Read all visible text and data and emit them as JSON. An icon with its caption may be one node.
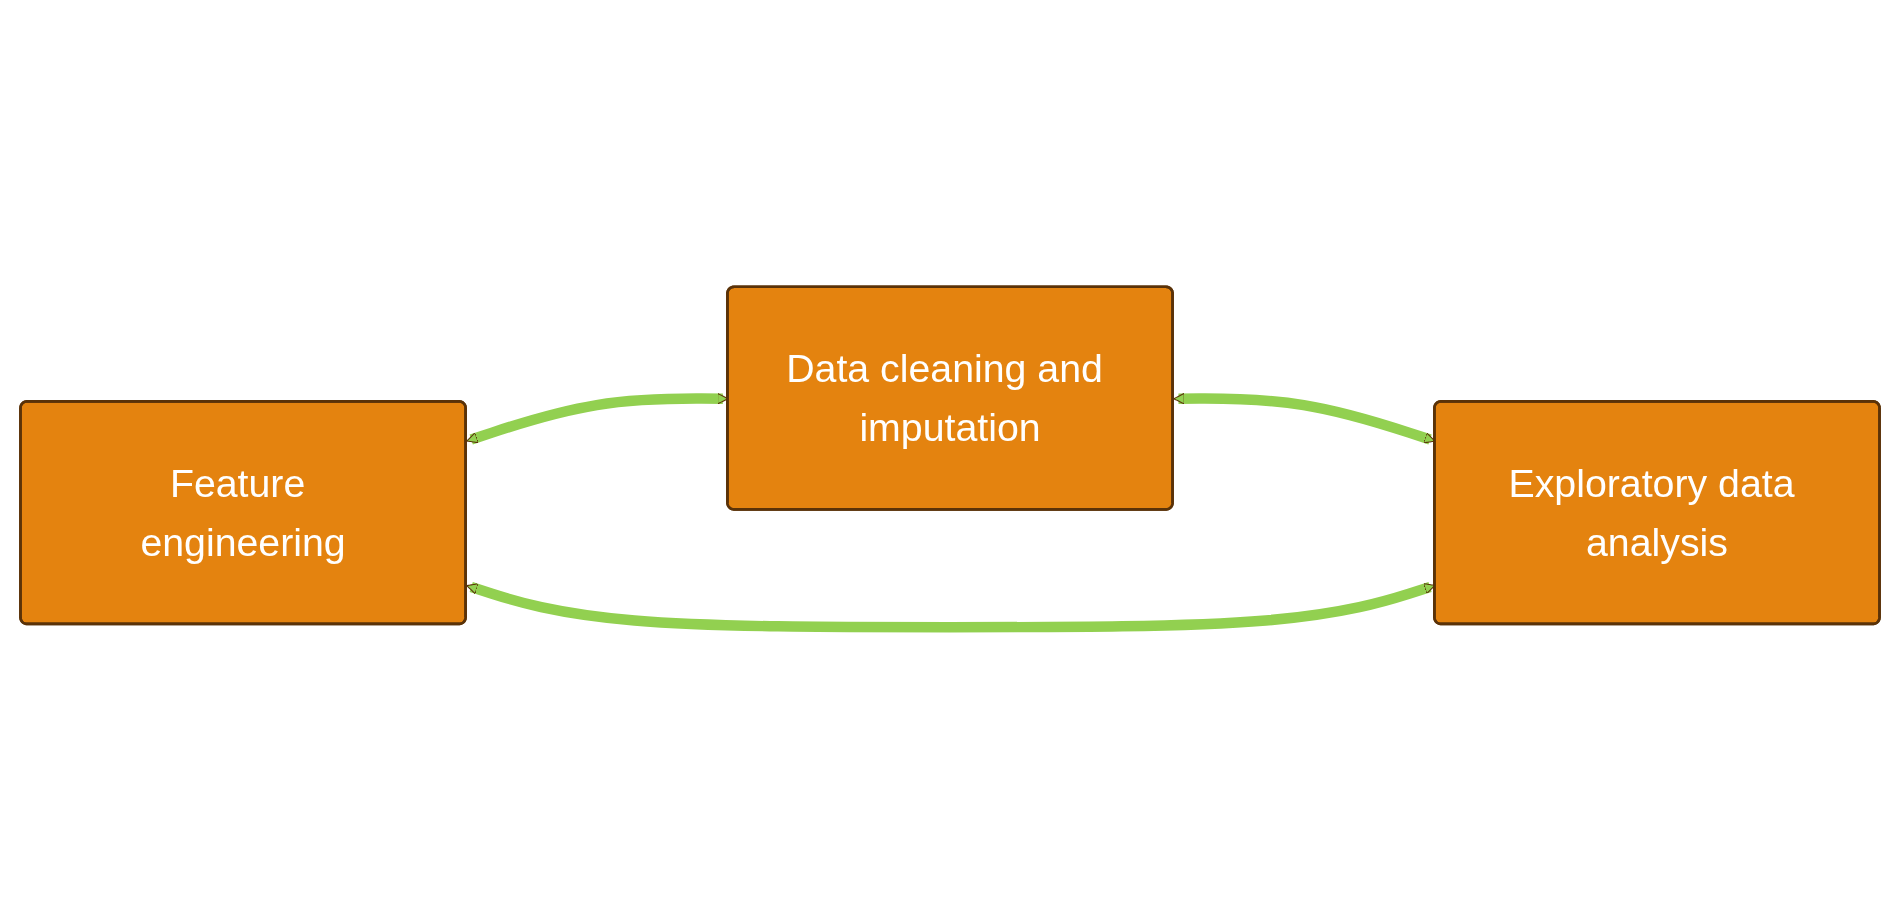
{
  "diagram": {
    "nodes": [
      {
        "text": [
          "Data cleaning and imputation"
        ]
      },
      {
        "text": [
          "Feature engineering"
        ]
      },
      {
        "text": [
          "Exploratory data analysis"
        ]
      }
    ],
    "edges": [
      {
        "from": 1,
        "to": 0,
        "arrow": "both"
      },
      {
        "from": 0,
        "to": 2,
        "arrow": "both"
      },
      {
        "from": 1,
        "to": 2,
        "arrow": "both"
      }
    ]
  }
}
